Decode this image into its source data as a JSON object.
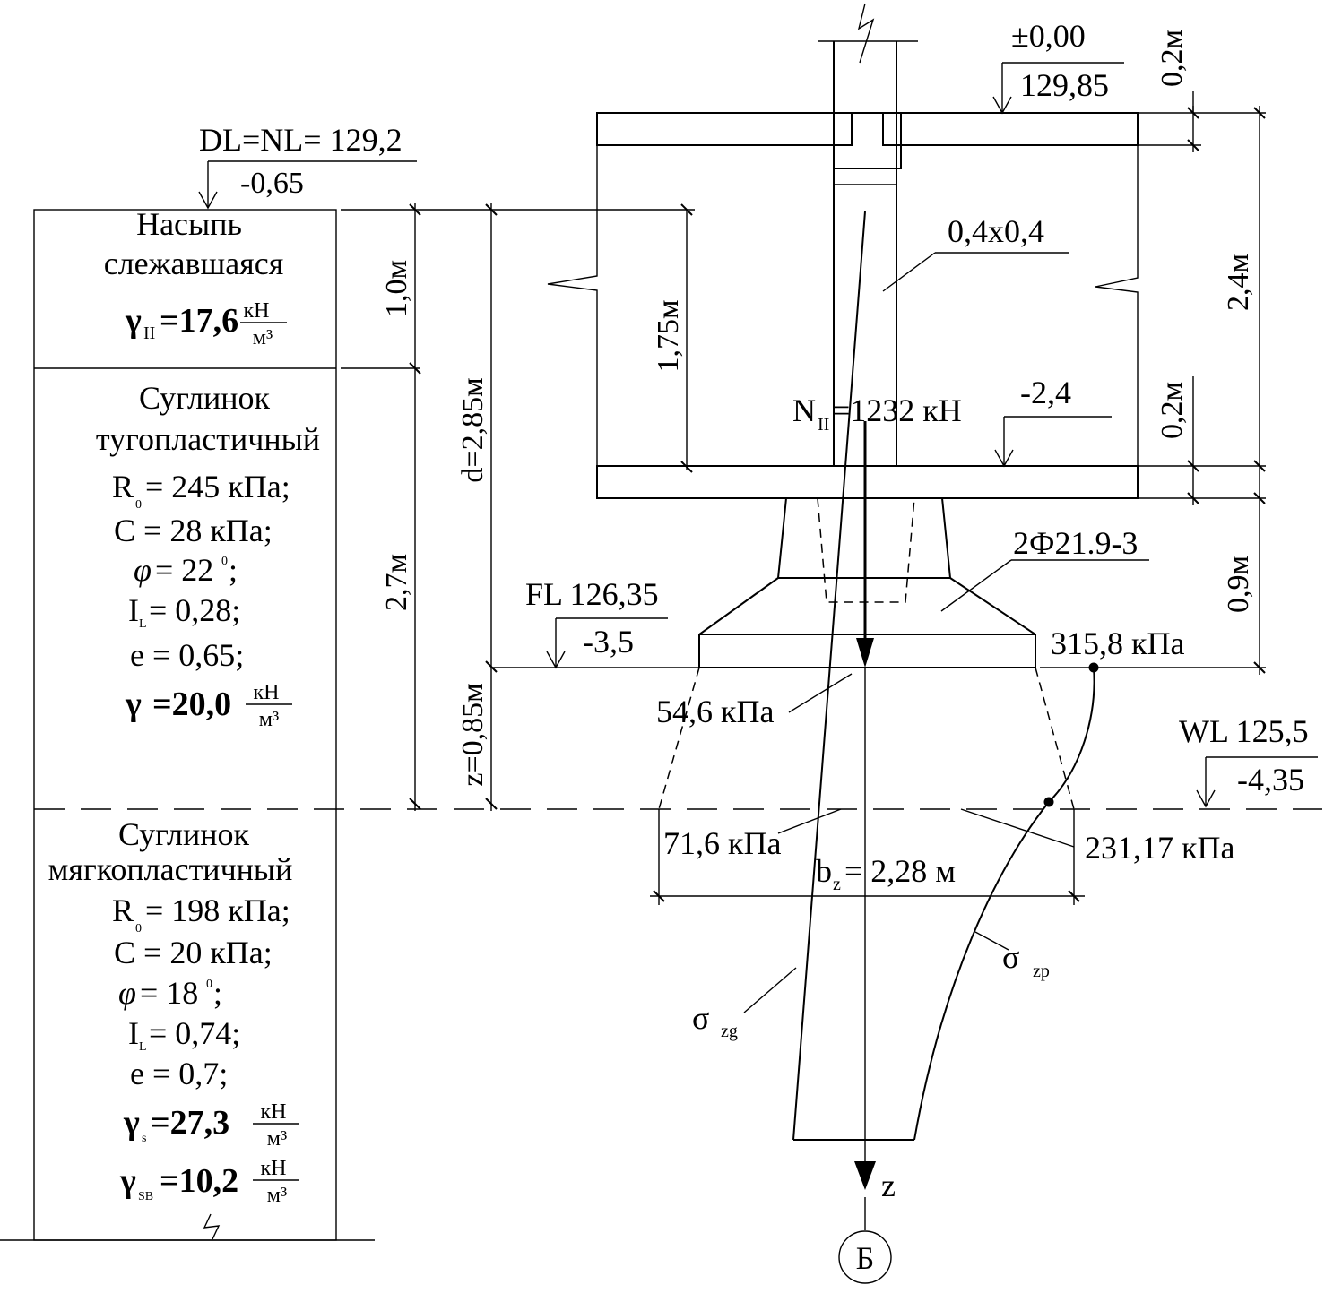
{
  "levels": {
    "dl_nl": "DL=NL= 129,2",
    "dl_rel": "-0,65",
    "zero": "±0,00",
    "zero_abs": "129,85",
    "floor_rel": "-2,4",
    "fl_abs": "FL 126,35",
    "fl_rel": "-3,5",
    "wl_abs": "WL 125,5",
    "wl_rel": "-4,35"
  },
  "soil_layers": [
    {
      "name_lines": [
        "Насыпь",
        "слежавшаяся"
      ],
      "gamma_symbol": "γ",
      "gamma_sub": "II",
      "gamma_value": "=17,6"
    },
    {
      "name_lines": [
        "Суглинок",
        "тугопластичный"
      ],
      "r0": "= 245 кПа;",
      "c": "C = 28 кПа;",
      "phi": "= 22",
      "il": "= 0,28;",
      "e": "e = 0,65;",
      "gamma_value": "=20,0"
    },
    {
      "name_lines": [
        "Суглинок",
        "мягкопластичный"
      ],
      "r0": "= 198 кПа;",
      "c": "C = 20 кПа;",
      "phi": "= 18",
      "il": "= 0,74;",
      "e": "e = 0,7;",
      "gamma_s_value": "=27,3",
      "gamma_sb_value": "=10,2"
    }
  ],
  "unit": {
    "num": "кН",
    "den": "м³"
  },
  "dimensions": {
    "slab_top": "0,2м",
    "slab_bottom": "0,2м",
    "basement_height": "2,4м",
    "footing_height": "0,9м",
    "fill_layer": "1,0м",
    "loam_layer": "2,7м",
    "depth": "d=2,85м",
    "z": "z=0,85м",
    "column_height": "1,75м",
    "bz": "b",
    "bz_value": "= 2,28 м"
  },
  "labels": {
    "column_section": "0,4х0,4",
    "load": "N",
    "load_value": "=1232 кН",
    "footing_mark": "2Ф21.9-3",
    "sigma_zg_base": "54,6 кПа",
    "sigma_zp_base": "315,8 кПа",
    "sigma_zg_wl": "71,6 кПа",
    "sigma_zp_wl": "231,17 кПа",
    "sigma_zg": "σ",
    "sigma_zg_sub": "zg",
    "sigma_zp": "σ",
    "sigma_zp_sub": "zp",
    "axis_z": "z",
    "axis_b": "Б"
  }
}
